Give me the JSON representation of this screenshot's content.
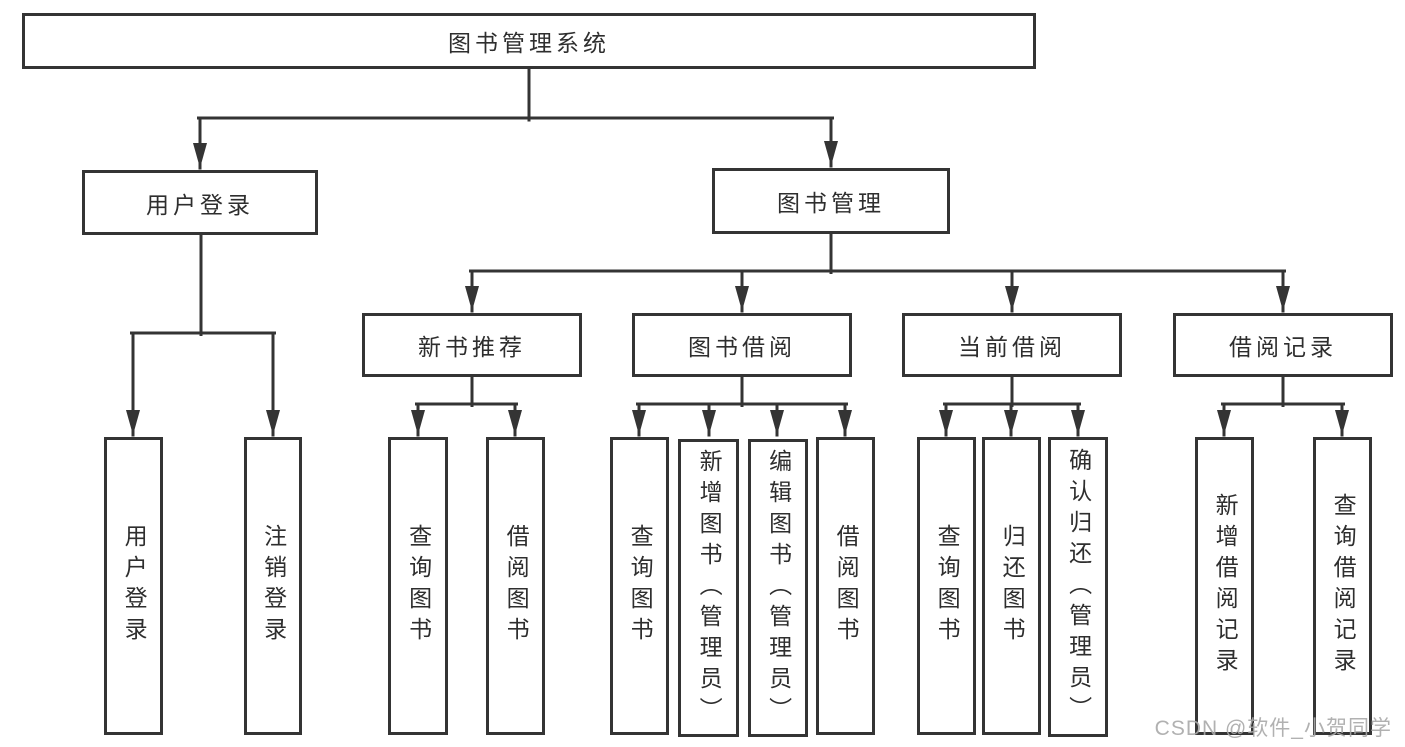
{
  "diagram": {
    "root": {
      "label": "图书管理系统"
    },
    "branches": {
      "user_login": {
        "label": "用户登录"
      },
      "book_management": {
        "label": "图书管理"
      }
    },
    "modules": {
      "new_book_recommend": {
        "label": "新书推荐"
      },
      "book_borrowing": {
        "label": "图书借阅"
      },
      "current_borrowing": {
        "label": "当前借阅"
      },
      "borrowing_records": {
        "label": "借阅记录"
      }
    },
    "leaves": {
      "user_login": "用户登录",
      "logout": "注销登录",
      "nbr_query_books": "查询图书",
      "nbr_borrow_books": "借阅图书",
      "bb_query_books": "查询图书",
      "bb_add_books_admin": "新增图书（管理员）",
      "bb_edit_books_admin": "编辑图书（管理员）",
      "bb_borrow_books": "借阅图书",
      "cb_query_books": "查询图书",
      "cb_return_books": "归还图书",
      "cb_confirm_return_admin": "确认归还（管理员）",
      "br_add_record": "新增借阅记录",
      "br_query_record": "查询借阅记录"
    }
  },
  "watermark": "CSDN @软件_小贺同学",
  "colors": {
    "line": "#343434",
    "text": "#2e2e2e",
    "watermark": "#a8a8a8",
    "background": "#ffffff"
  }
}
